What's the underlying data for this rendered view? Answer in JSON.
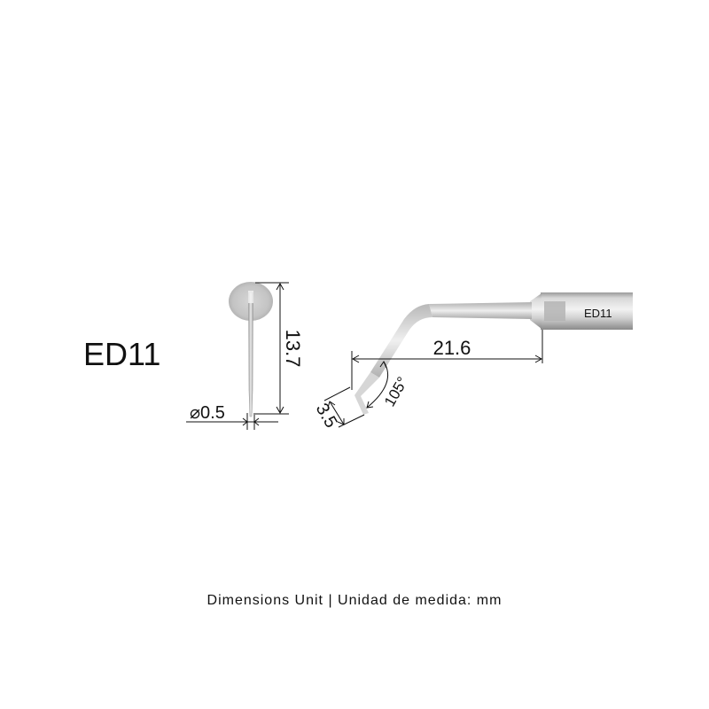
{
  "model": {
    "name": "ED11",
    "shank_engraving": "ED11"
  },
  "front_view": {
    "tip_diameter_label": "⌀0.5",
    "height_label": "13.7"
  },
  "side_view": {
    "length_label": "21.6",
    "tip_length_label": "3.5",
    "bend_angle_label": "105°"
  },
  "footer": {
    "units_note": "Dimensions Unit | Unidad de medida: mm"
  },
  "colors": {
    "line": "#111111",
    "metal_light": "#e4e4e4",
    "metal_mid": "#bdbdbd",
    "metal_dark": "#8e8e8e"
  }
}
